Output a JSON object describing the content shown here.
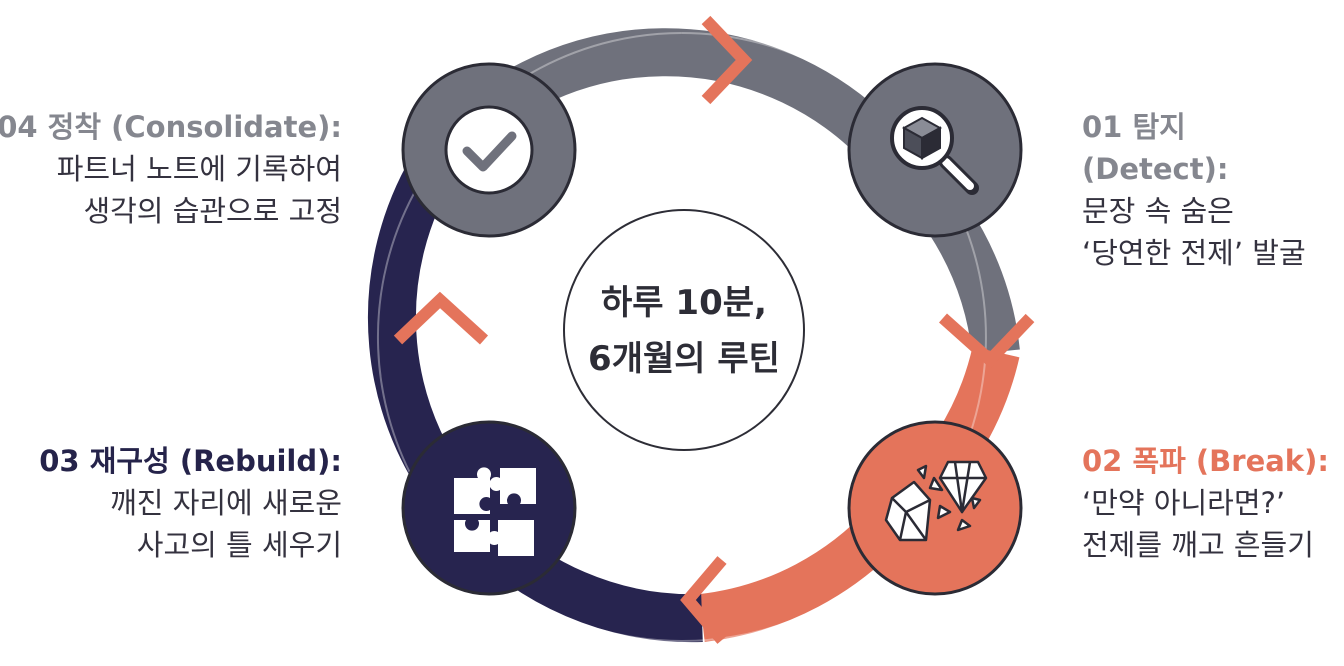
{
  "center": {
    "line1": "하루 10분,",
    "line2": "6개월의 루틴"
  },
  "steps": [
    {
      "title": "01 탐지 (Detect):",
      "lines": [
        "문장 속 숨은",
        "‘당연한 전제’ 발굴"
      ],
      "icon": "magnifier-cube-icon",
      "color": "#6f717c"
    },
    {
      "title": "02 폭파 (Break):",
      "lines": [
        "‘만약 아니라면?’",
        "전제를 깨고 흔들기"
      ],
      "icon": "shattered-gem-icon",
      "color": "#e4745b"
    },
    {
      "title": "03 재구성 (Rebuild):",
      "lines": [
        "깨진 자리에 새로운",
        "사고의 틀 세우기"
      ],
      "icon": "puzzle-icon",
      "color": "#27244f"
    },
    {
      "title": "04 정착 (Consolidate):",
      "lines": [
        "파트너 노트에 기록하여",
        "생각의 습관으로 고정"
      ],
      "icon": "checkmark-icon",
      "color": "#6f717c"
    }
  ],
  "colors": {
    "gray": "#6f717c",
    "coral": "#e4745b",
    "navy": "#27244f",
    "slate": "#5a5b79"
  }
}
